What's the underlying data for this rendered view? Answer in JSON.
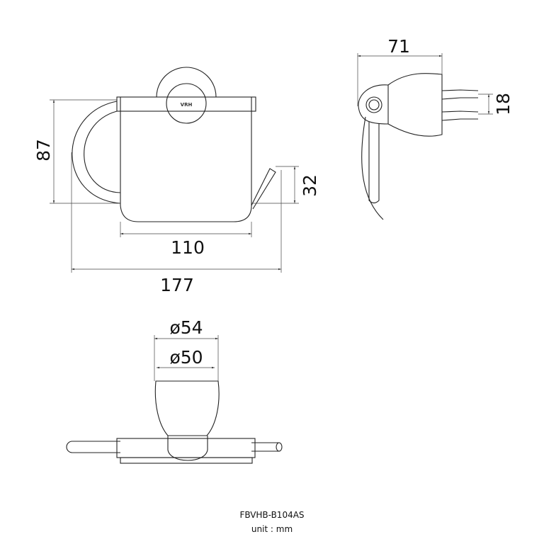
{
  "brand_logo": "VRH",
  "front_view": {
    "height": "87",
    "arm_height": "32",
    "cover_width": "110",
    "total_width": "177"
  },
  "side_view": {
    "depth": "71",
    "pin_spacing": "18"
  },
  "top_view": {
    "outer_diameter": "ø54",
    "inner_diameter": "ø50"
  },
  "caption": {
    "model": "FBVHB-B104AS",
    "unit": "unit : mm"
  }
}
